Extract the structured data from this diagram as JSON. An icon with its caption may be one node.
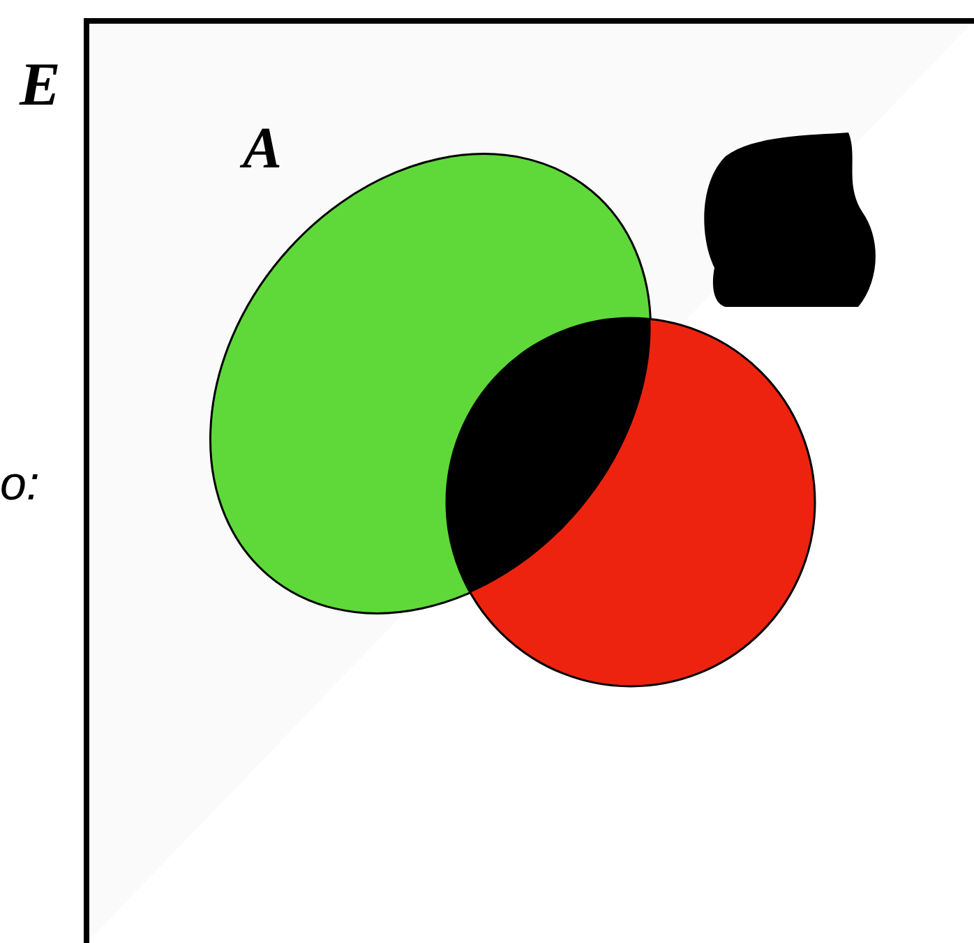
{
  "diagram": {
    "nodes": [
      {
        "text": [
          "E"
        ]
      },
      {
        "text": [
          "A"
        ],
        "in": 0
      },
      {
        "text": [],
        "shape": "circle",
        "in": 0
      },
      {
        "text": [],
        "shape": "blob",
        "in": 0
      },
      {
        "text": [],
        "shape": "lens",
        "in": 0
      }
    ],
    "labels": [
      "o:"
    ]
  }
}
